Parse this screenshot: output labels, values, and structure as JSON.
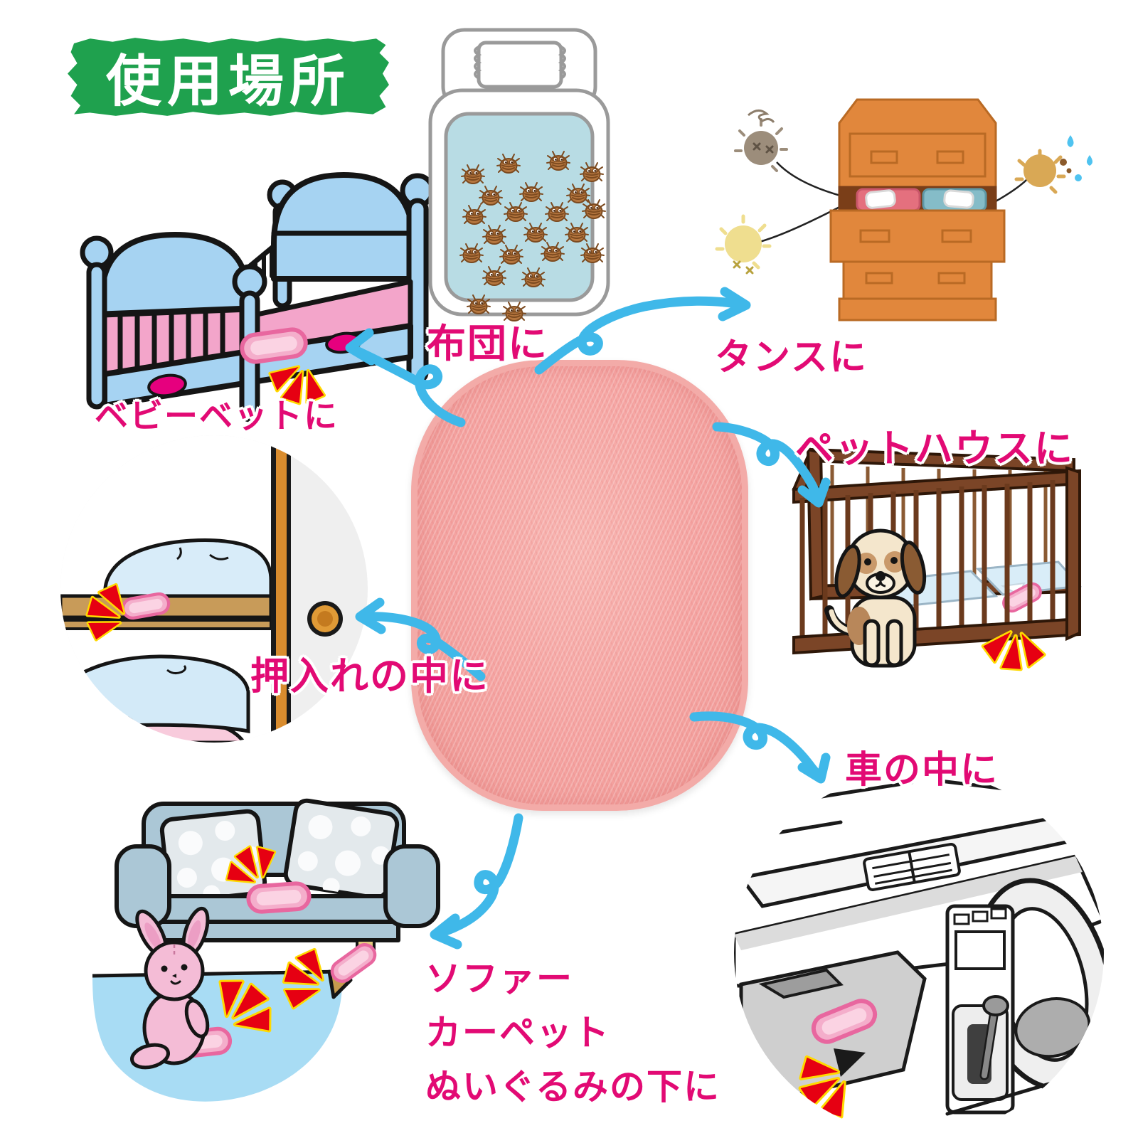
{
  "title": "使用場所",
  "labels": {
    "baby_bed": "ベビーベットに",
    "futon": "布団に",
    "dresser": "タンスに",
    "pet_house": "ペットハウスに",
    "closet": "押入れの中に",
    "car": "車の中に",
    "sofa_lines": [
      "ソファー",
      "カーペット",
      "ぬいぐるみの下に"
    ]
  },
  "colors": {
    "title_bg": "#1FA14E",
    "label_pink": "#E20A74",
    "arrow_blue": "#3FB8E9",
    "mat_pink": "#F5A3A1",
    "flash_red": "#E60012",
    "flash_yellow": "#FFD900",
    "bed_blue": "#A6D3F2",
    "mattress_pink": "#F3A5CA",
    "dresser_orange": "#E1873C",
    "cage_brown": "#7B4527"
  }
}
